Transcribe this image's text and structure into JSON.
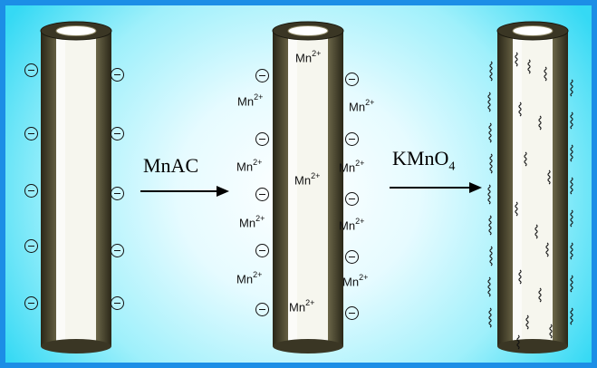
{
  "steps": {
    "step1_reagent": "MnAC",
    "step2_reagent": "KMnO",
    "step2_reagent_subscript": "4"
  },
  "ions": {
    "species": "Mn",
    "charge": "2+"
  },
  "colors": {
    "background_outer": "#35d9f4",
    "background_center": "#ffffff",
    "frame": "#1c8ee6",
    "tube_wall": "#4c4630",
    "tube_core": "#f6f6ee"
  },
  "icons": {
    "negative_charge": "minus-circle-icon",
    "coating": "wavy-strand-icon"
  }
}
